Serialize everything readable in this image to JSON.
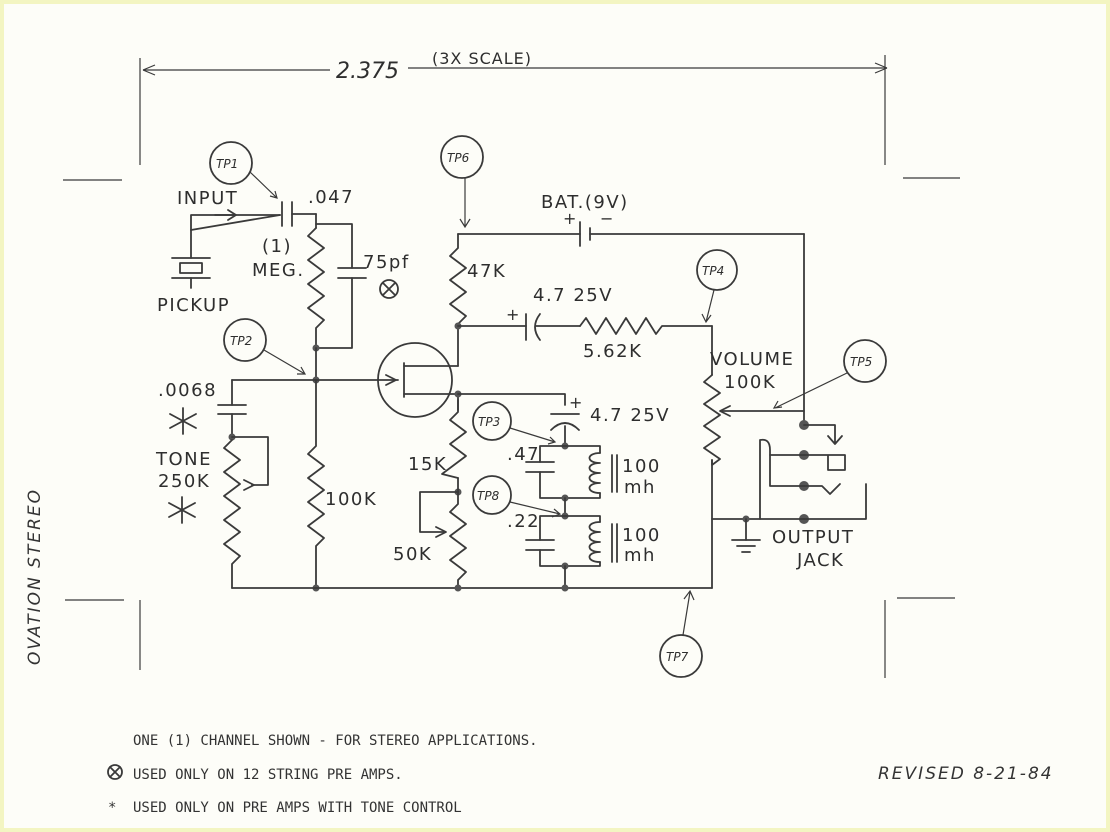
{
  "dimension": {
    "value": "2.375",
    "scale": "(3X SCALE)"
  },
  "side_label": "OVATION STEREO",
  "test_points": [
    "TP1",
    "TP2",
    "TP3",
    "TP4",
    "TP5",
    "TP6",
    "TP7",
    "TP8"
  ],
  "components": {
    "input": "INPUT",
    "pickup": "PICKUP",
    "cap_input": ".047",
    "res_meg_1": "(1)",
    "res_meg_2": "MEG.",
    "cap_75": "75pf",
    "battery": "BAT.(9V)",
    "res_47k": "47K",
    "cap_47_25v_top": "4.7  25V",
    "res_562k": "5.62K",
    "volume_1": "VOLUME",
    "volume_2": "100K",
    "cap_tone": ".0068",
    "tone_1": "TONE",
    "tone_2": "250K",
    "res_100k": "100K",
    "cap_47_25v_mid": "4.7  25V",
    "res_15k": "15K",
    "pot_50k": "50K",
    "cap_047": ".47",
    "cap_022": ".22",
    "ind_1a": "100",
    "ind_1b": "mh",
    "ind_2a": "100",
    "ind_2b": "mh",
    "output_1": "OUTPUT",
    "output_2": "JACK"
  },
  "notes": {
    "line1": "ONE (1) CHANNEL SHOWN - FOR STEREO APPLICATIONS.",
    "line2": "USED ONLY ON 12 STRING PRE AMPS.",
    "line3": "USED ONLY ON PRE AMPS WITH TONE CONTROL",
    "symbol_x": "⊗",
    "symbol_star": "*"
  },
  "revised": "REVISED 8-21-84"
}
